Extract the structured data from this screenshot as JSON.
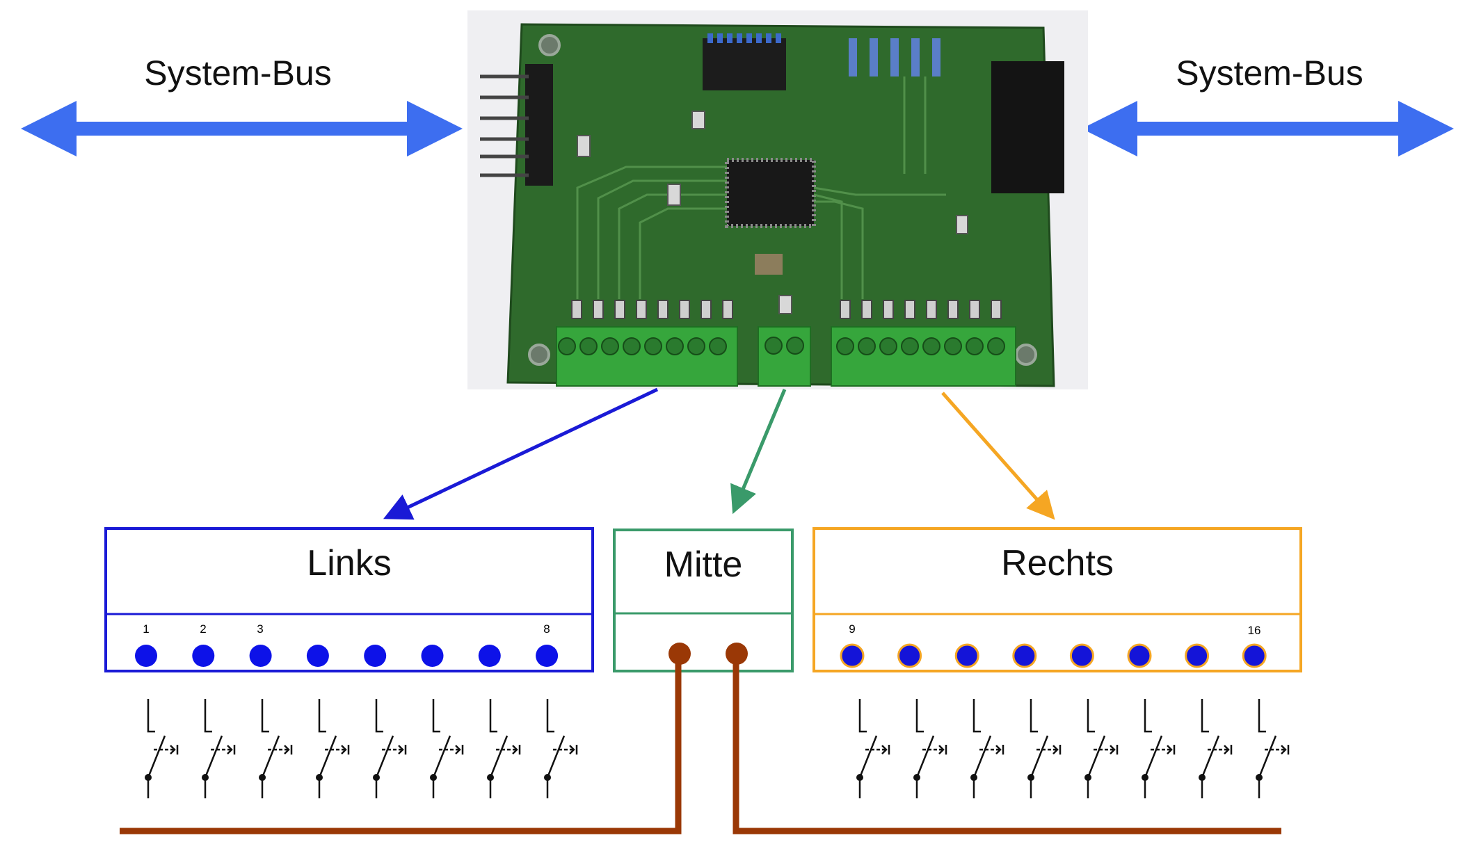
{
  "bus_label_left": "System-Bus",
  "bus_label_right": "System-Bus",
  "groups": {
    "links": {
      "title": "Links",
      "pin_labels": [
        "1",
        "2",
        "3",
        "8"
      ],
      "pin_count": 8,
      "color": "#1a1ad6",
      "pin_color": "#0d12e8"
    },
    "mitte": {
      "title": "Mitte",
      "pin_count": 2,
      "color": "#3a9a6a",
      "pin_color": "#9a3806"
    },
    "rechts": {
      "title": "Rechts",
      "pin_labels": [
        "9",
        "16"
      ],
      "pin_count": 8,
      "color": "#f5a623",
      "pin_color": "#1414d8"
    }
  },
  "colors": {
    "bus_arrow": "#3d6ef0",
    "wire": "#9a3806",
    "pcb": "#2f6a2c",
    "terminal": "#36a63c"
  }
}
